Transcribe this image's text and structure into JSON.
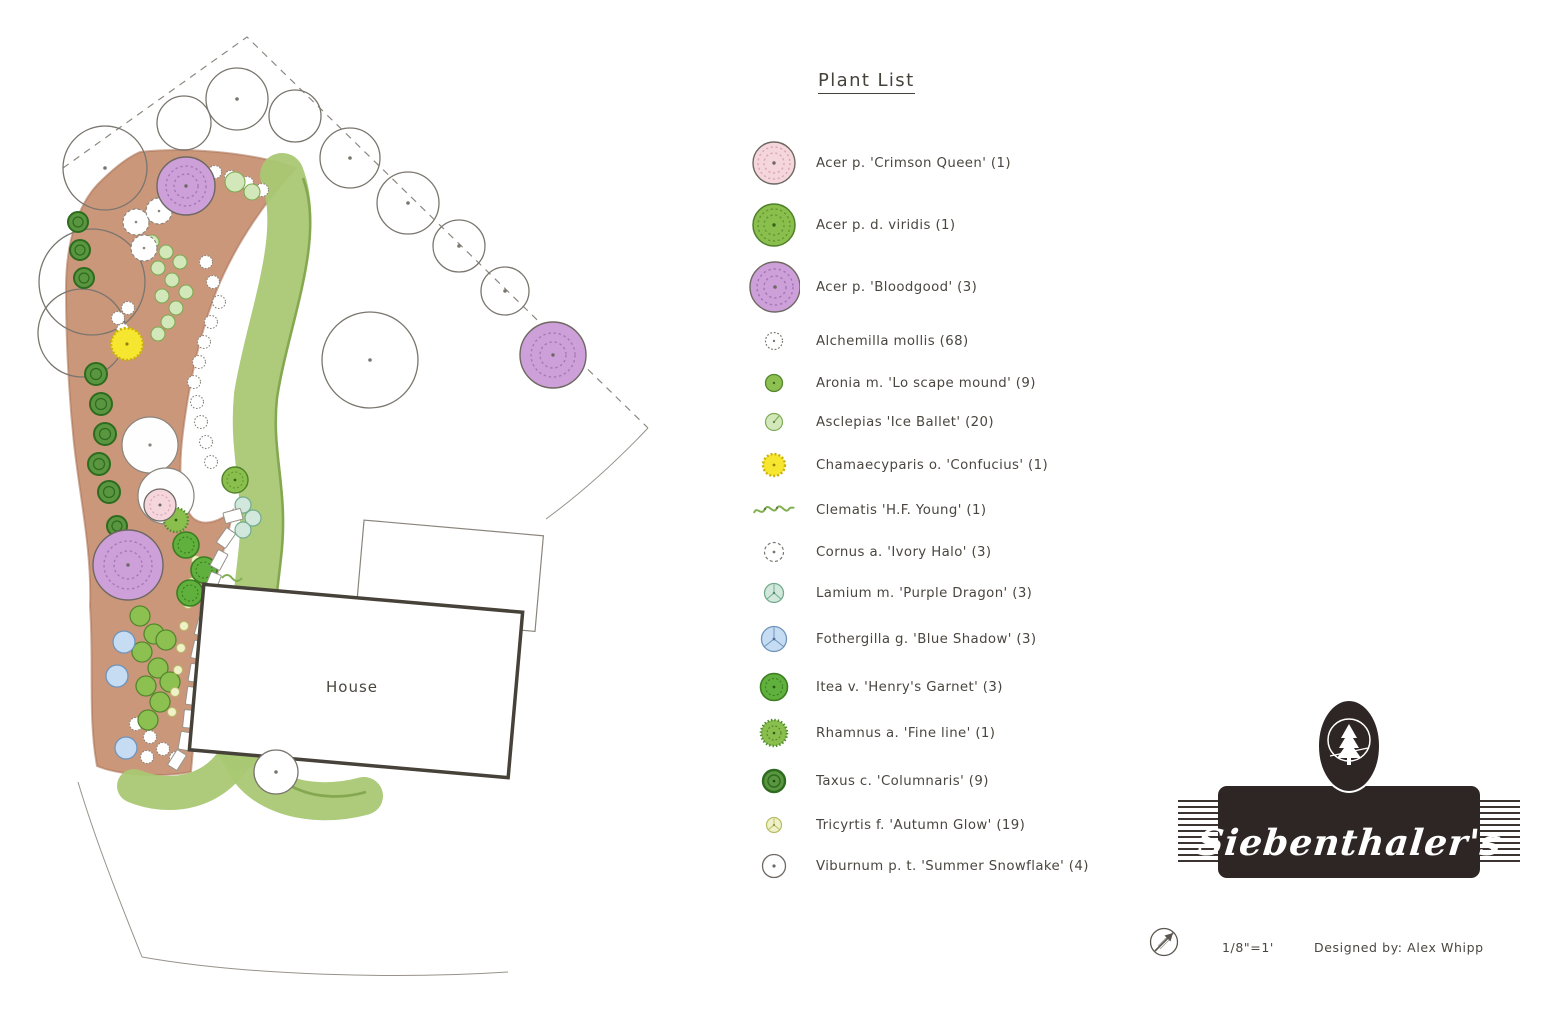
{
  "plant_list": {
    "title": "Plant List",
    "items": [
      {
        "label": "Acer p. 'Crimson Queen' (1)"
      },
      {
        "label": "Acer p. d. viridis (1)"
      },
      {
        "label": "Acer p. 'Bloodgood' (3)"
      },
      {
        "label": "Alchemilla mollis (68)"
      },
      {
        "label": "Aronia m. 'Lo scape mound' (9)"
      },
      {
        "label": "Asclepias 'Ice Ballet' (20)"
      },
      {
        "label": "Chamaecyparis o. 'Confucius' (1)"
      },
      {
        "label": "Clematis 'H.F. Young' (1)"
      },
      {
        "label": "Cornus a. 'Ivory Halo' (3)"
      },
      {
        "label": "Lamium m. 'Purple Dragon' (3)"
      },
      {
        "label": "Fothergilla g. 'Blue Shadow' (3)"
      },
      {
        "label": "Itea v. 'Henry's Garnet' (3)"
      },
      {
        "label": "Rhamnus a. 'Fine line' (1)"
      },
      {
        "label": "Taxus c. 'Columnaris' (9)"
      },
      {
        "label": "Tricyrtis f. 'Autumn Glow' (19)"
      },
      {
        "label": "Viburnum p. t. 'Summer Snowflake' (4)"
      }
    ]
  },
  "plan": {
    "house_label": "House"
  },
  "branding": {
    "name": "Siebenthaler's"
  },
  "footer": {
    "scale": "1/8\"=1'",
    "designed_by": "Designed by: Alex Whipp"
  },
  "colors": {
    "bed_brown": "#c68e70",
    "lawn_green": "#a9c873",
    "maple_purple": "#cda0da",
    "maple_pink": "#f5d6dc",
    "banner_dark": "#2e2624"
  }
}
